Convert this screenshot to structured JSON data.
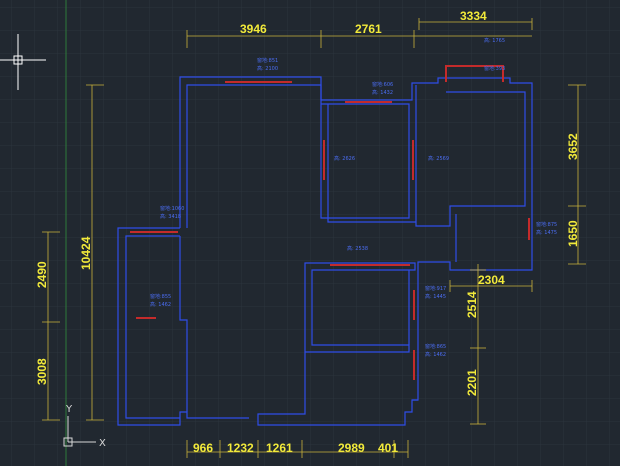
{
  "colors": {
    "background": "#212830",
    "grid": "#2c343d",
    "wall": "#2f4de8",
    "dimension": "#c9b23a",
    "dimension_text": "#f2ea3a",
    "opening": "#c42b2b",
    "annotation": "#4b6df2",
    "axis_y": "#2d7a3a",
    "crosshair": "#ffffff"
  },
  "dimensions": {
    "top": [
      "3946",
      "2761",
      "3334"
    ],
    "bottom": [
      "966",
      "1232",
      "1261",
      "2989",
      "401"
    ],
    "left": [
      "2490",
      "10424",
      "3008"
    ],
    "right": [
      "3652",
      "1650",
      "2304",
      "2514",
      "2201"
    ]
  },
  "annotations": [
    "窗地:851",
    "高: 2100",
    "窗地:606",
    "高: 1432",
    "高: 1765",
    "窗地:393",
    "高: 2626",
    "高: 2569",
    "窗地:1060",
    "高: 3418",
    "窗地:875",
    "高: 1475",
    "高: 2538",
    "窗地:855",
    "高: 1462",
    "窗地:917",
    "高: 1445",
    "窗地:865",
    "高: 1462"
  ],
  "ucs": {
    "x_label": "X",
    "y_label": "Y"
  }
}
